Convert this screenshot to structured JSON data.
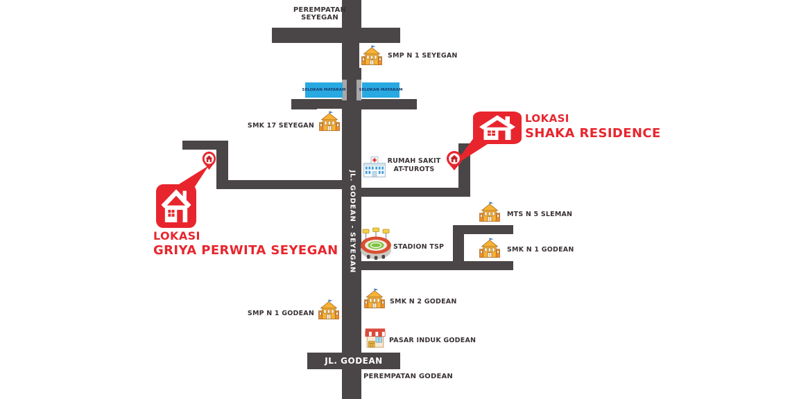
{
  "intersections": {
    "top": {
      "line1": "PEREMPATAN",
      "line2": "SEYEGAN"
    },
    "bottom": "PEREMPATAN GODEAN"
  },
  "roads": {
    "main_vertical_label": "JL. GODEAN - SEYEGAN",
    "bottom_bar_label": "JL. GODEAN"
  },
  "waterway": {
    "left_label": "SELOKAN MATARAM",
    "right_label": "SELOKAN MATARAM"
  },
  "locations": [
    {
      "id": "shaka-residence",
      "tag": "LOKASI",
      "name": "SHAKA RESIDENCE",
      "marker_icon": "house-bubble-icon",
      "pin_icon": "house-pin-icon"
    },
    {
      "id": "griya-perwita-seyegan",
      "tag": "LOKASI",
      "name": "GRIYA PERWITA SEYEGAN",
      "marker_icon": "house-bubble-icon",
      "pin_icon": "house-pin-icon"
    }
  ],
  "landmarks": [
    {
      "label": "SMP N 1 SEYEGAN",
      "icon": "school-icon"
    },
    {
      "label": "SMK 17 SEYEGAN",
      "icon": "school-icon"
    },
    {
      "label_lines": [
        "RUMAH SAKIT",
        "AT-TUROTS"
      ],
      "icon": "hospital-icon"
    },
    {
      "label": "MTS N 5 SLEMAN",
      "icon": "school-icon"
    },
    {
      "label": "SMK N 1 GODEAN",
      "icon": "school-icon"
    },
    {
      "label": "STADION TSP",
      "icon": "stadium-icon"
    },
    {
      "label": "SMK N 2 GODEAN",
      "icon": "school-icon"
    },
    {
      "label": "SMP N 1 GODEAN",
      "icon": "school-icon"
    },
    {
      "label": "PASAR INDUK GODEAN",
      "icon": "store-icon"
    }
  ],
  "colors": {
    "background": "#ffffff",
    "road": "#4a4546",
    "bridge": "#a9a7a8",
    "water": "#29a9e1",
    "water_text": "#173a6d",
    "accent_red": "#e8252d",
    "label_text": "#3a3336"
  }
}
